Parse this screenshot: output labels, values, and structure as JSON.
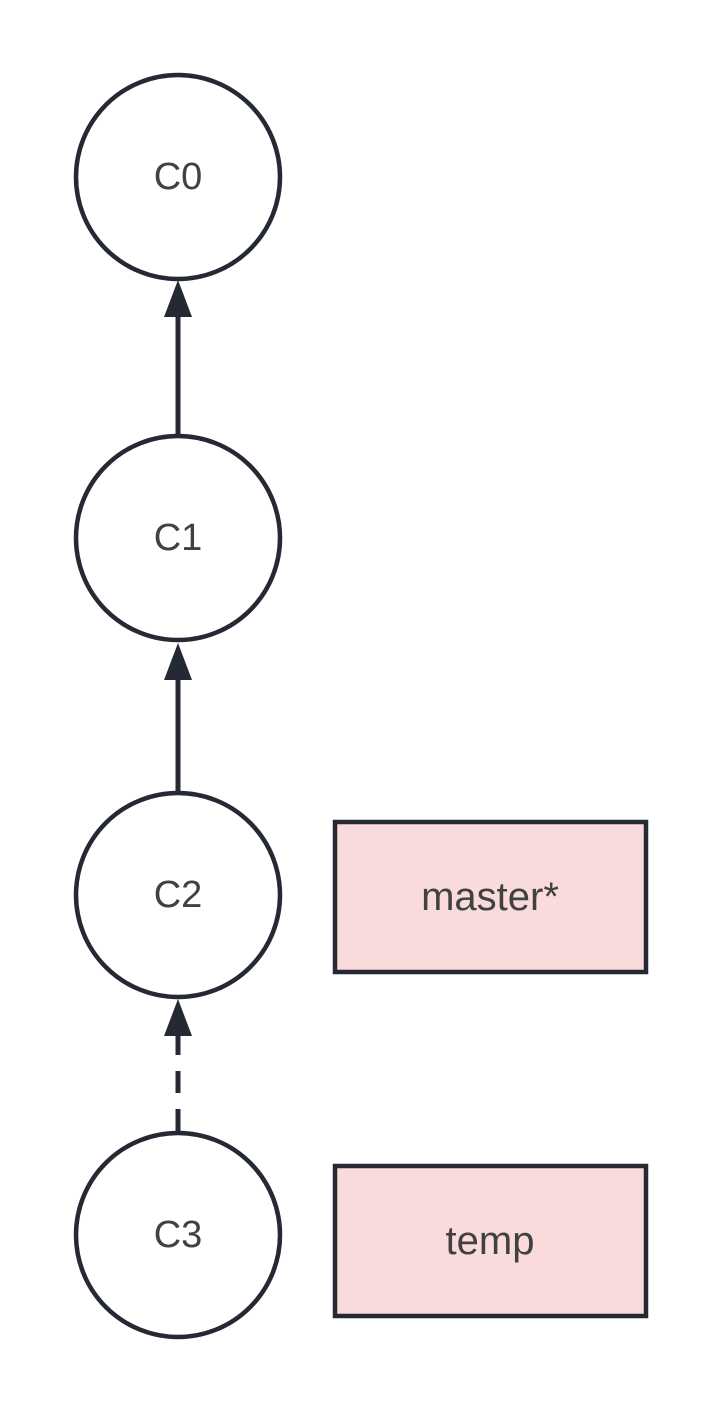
{
  "theme": {
    "canvas-bg": "#ffffff",
    "shape-stroke": "#242933",
    "shape-fill": "#ffffff",
    "branch-fill": "#f9dbdb",
    "text-color": "#414141"
  },
  "diagram": {
    "type": "git-commit-graph",
    "commits": [
      {
        "label": "C0"
      },
      {
        "label": "C1"
      },
      {
        "label": "C2"
      },
      {
        "label": "C3"
      }
    ],
    "branches": [
      {
        "label": "master*",
        "points_to": "C2"
      },
      {
        "label": "temp",
        "points_to": "C3"
      }
    ],
    "edges": [
      {
        "from": "C1",
        "to": "C0",
        "style": "solid"
      },
      {
        "from": "C2",
        "to": "C1",
        "style": "solid"
      },
      {
        "from": "C3",
        "to": "C2",
        "style": "dashed"
      }
    ]
  }
}
